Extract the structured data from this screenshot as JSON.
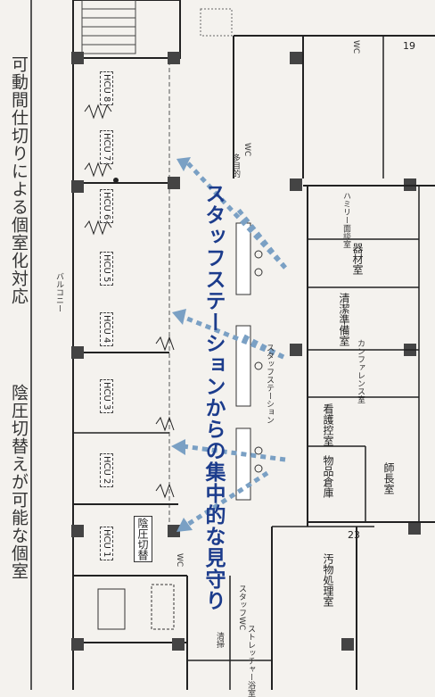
{
  "annotations": {
    "left_bottom": "陰圧切替えが可能な個室",
    "left_top": "可動間仕切りによる個室化対応",
    "center": "スタッフステーションからの集中的な見守り"
  },
  "beds": [
    {
      "label": "HCU 1"
    },
    {
      "label": "HCU 2"
    },
    {
      "label": "HCU 3"
    },
    {
      "label": "HCU 4"
    },
    {
      "label": "HCU 5"
    },
    {
      "label": "HCU 6"
    },
    {
      "label": "HCU 7"
    },
    {
      "label": "HCU 8"
    }
  ],
  "rooms": {
    "balcony": "バルコニー",
    "staff_station": "スタッフステーション",
    "negative_pressure": "陰圧切替",
    "wc1": "WC",
    "wc2": "WC",
    "wc3": "WC",
    "multipurpose": "多目的",
    "stretcher_bath": "ストレッチャー浴室",
    "dirty_utility": "汚物処理室",
    "cleaning": "清掃",
    "staff_wc": "スタッフWC",
    "number_23": "23",
    "number_19": "19",
    "chief": "師長室",
    "supply": "物品倉庫",
    "nurse_station_sub": "看護控室",
    "conference": "カンファレンス室",
    "prep": "清潔準備室",
    "pharmacy": "器材室",
    "dayroom": "ハミリー面談室"
  }
}
